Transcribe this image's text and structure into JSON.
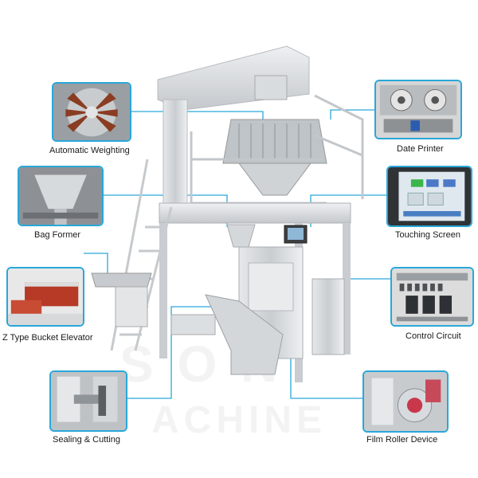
{
  "labels": {
    "automatic_weighting": "Automatic Weighting",
    "date_printer": "Date Printer",
    "bag_former": "Bag Former",
    "touching_screen": "Touching Screen",
    "z_type_bucket_elevator": "Z Type Bucket Elevator",
    "control_circuit": "Control Circuit",
    "sealing_cutting": "Sealing & Cutting",
    "film_roller_device": "Film Roller Device"
  },
  "colors": {
    "callout_line": "#2aa7d9",
    "machine_steel": "#cfd3d6",
    "frame_border": "#2aa7d9"
  }
}
